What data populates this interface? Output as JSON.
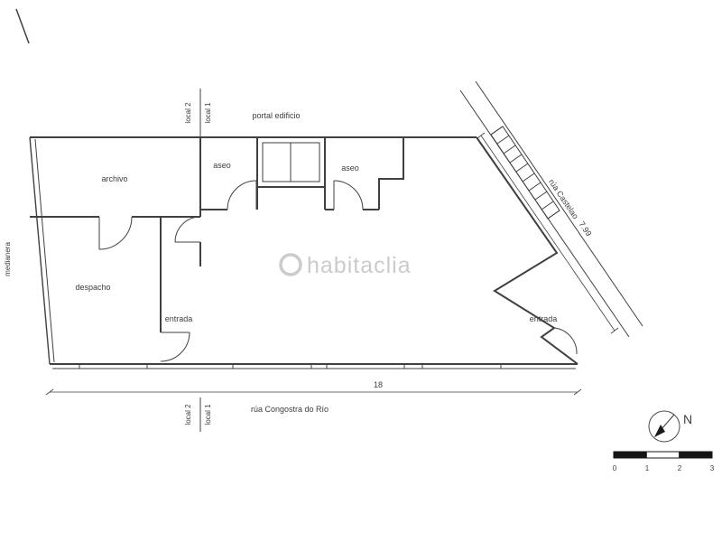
{
  "rooms": {
    "portal": "portal edificio",
    "archivo": "archivo",
    "aseo_left": "aseo",
    "aseo_right": "aseo",
    "despacho": "despacho",
    "entrada_left": "entrada",
    "entrada_right": "entrada"
  },
  "boundaries": {
    "medianera": "medianera",
    "local2_top": "local 2",
    "local1_top": "local 1",
    "local2_bottom": "local 2",
    "local1_bottom": "local 1"
  },
  "streets": {
    "side": "rúa Castelao",
    "front": "rúa Congostra do Río"
  },
  "dimensions": {
    "side_length": "7.99",
    "front_length": "18"
  },
  "compass": {
    "north_label": "N"
  },
  "scale_bar": {
    "ticks": [
      "0",
      "1",
      "2",
      "3"
    ]
  },
  "watermark": {
    "text": "habitaclia"
  },
  "colors": {
    "wall": "#404040",
    "thin_line": "#555555",
    "watermark": "#cbcbcb",
    "background": "#ffffff"
  }
}
